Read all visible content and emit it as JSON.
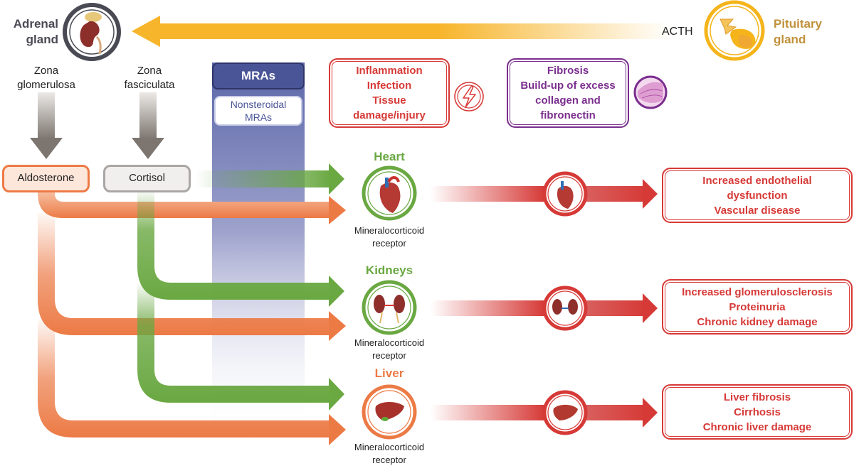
{
  "top": {
    "adrenal_label_line1": "Adrenal",
    "adrenal_label_line2": "gland",
    "acth_label": "ACTH",
    "pituitary_label_line1": "Pituitary",
    "pituitary_label_line2": "gland"
  },
  "zones": {
    "glomerulosa_line1": "Zona",
    "glomerulosa_line2": "glomerulosa",
    "fasciculata_line1": "Zona",
    "fasciculata_line2": "fasciculata"
  },
  "hormones": {
    "aldosterone": "Aldosterone",
    "cortisol": "Cortisol"
  },
  "mras": {
    "title": "MRAs",
    "subtitle_line1": "Nonsteroidal",
    "subtitle_line2": "MRAs"
  },
  "inflammation_box": {
    "lines": [
      "Inflammation",
      "Infection",
      "Tissue",
      "damage/injury"
    ],
    "icon": "lightning-icon"
  },
  "fibrosis_box": {
    "lines": [
      "Fibrosis",
      "Build-up of excess",
      "collagen and",
      "fibronectin"
    ],
    "icon": "tissue-histology-icon"
  },
  "organs": [
    {
      "name": "Heart",
      "receptor_line1": "Mineralocorticoid",
      "receptor_line2": "receptor",
      "outcome": [
        "Increased endothelial",
        "dysfunction",
        "Vascular disease"
      ]
    },
    {
      "name": "Kidneys",
      "receptor_line1": "Mineralocorticoid",
      "receptor_line2": "receptor",
      "outcome": [
        "Increased glomerulosclerosis",
        "Proteinuria",
        "Chronic kidney damage"
      ]
    },
    {
      "name": "Liver",
      "receptor_line1": "Mineralocorticoid",
      "receptor_line2": "receptor",
      "outcome": [
        "Liver fibrosis",
        "Cirrhosis",
        "Chronic liver damage"
      ]
    }
  ],
  "colors": {
    "adrenal_ring": "#4a4a55",
    "acth_arrow": "#f7b52c",
    "pituitary": "#f4b41a",
    "pituitary_text": "#c0913a",
    "aldosterone": "#ec7a45",
    "cortisol_arrow": "#6aa842",
    "organ_green": "#6aa842",
    "organ_orange": "#ec7a45",
    "damage_red": "#d63a37",
    "mras_dark": "#4a5597",
    "fibrosis_purple": "#7b2e8e",
    "text_dark": "#222222"
  }
}
